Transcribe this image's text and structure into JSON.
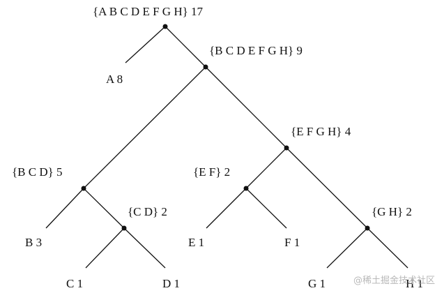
{
  "diagram": {
    "nodes": [
      {
        "id": "root",
        "label": "{A B C D E F G H} 17",
        "weight": 17
      },
      {
        "id": "a",
        "label": "A 8",
        "weight": 8
      },
      {
        "id": "bcdefgh",
        "label": "{B C D E F G H} 9",
        "weight": 9
      },
      {
        "id": "bcd",
        "label": "{B C D} 5",
        "weight": 5
      },
      {
        "id": "efgh",
        "label": "{E F G H} 4",
        "weight": 4
      },
      {
        "id": "b",
        "label": "B 3",
        "weight": 3
      },
      {
        "id": "cd",
        "label": "{C D} 2",
        "weight": 2
      },
      {
        "id": "ef",
        "label": "{E F} 2",
        "weight": 2
      },
      {
        "id": "gh",
        "label": "{G H} 2",
        "weight": 2
      },
      {
        "id": "c",
        "label": "C 1",
        "weight": 1
      },
      {
        "id": "d",
        "label": "D 1",
        "weight": 1
      },
      {
        "id": "e",
        "label": "E 1",
        "weight": 1
      },
      {
        "id": "f",
        "label": "F 1",
        "weight": 1
      },
      {
        "id": "g",
        "label": "G 1",
        "weight": 1
      },
      {
        "id": "h",
        "label": "H 1",
        "weight": 1
      }
    ],
    "edges": [
      [
        "root",
        "a"
      ],
      [
        "root",
        "bcdefgh"
      ],
      [
        "bcdefgh",
        "bcd"
      ],
      [
        "bcdefgh",
        "efgh"
      ],
      [
        "bcd",
        "b"
      ],
      [
        "bcd",
        "cd"
      ],
      [
        "cd",
        "c"
      ],
      [
        "cd",
        "d"
      ],
      [
        "efgh",
        "ef"
      ],
      [
        "efgh",
        "gh"
      ],
      [
        "ef",
        "e"
      ],
      [
        "ef",
        "f"
      ],
      [
        "gh",
        "g"
      ],
      [
        "gh",
        "h"
      ]
    ]
  },
  "watermark": "@稀土掘金技术社区"
}
